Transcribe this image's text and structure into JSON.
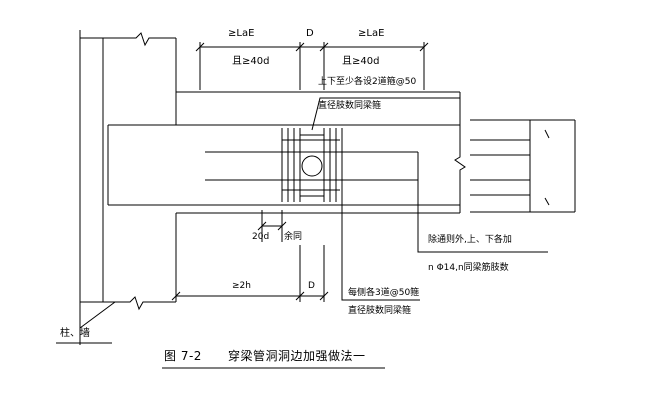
{
  "dims": {
    "lae_left": "≥LaE",
    "d_top": "D",
    "lae_right": "≥LaE",
    "min_left": "且≥40d",
    "min_right": "且≥40d",
    "twenty_d": "20d",
    "remainder": "余同",
    "two_h": "≥2h",
    "d_bottom": "D"
  },
  "notes": {
    "top_line1": "上下至少各设2道箍@50",
    "top_line2": "直径肢数同梁箍",
    "right_line1": "除通则外,上、下各加",
    "right_line2": "n Φ14,n同梁筋肢数",
    "bottom_line1": "每侧各3道@50箍",
    "bottom_line2": "直径肢数同梁箍"
  },
  "labels": {
    "column_wall": "柱、墙"
  },
  "caption": {
    "figure_no": "图  7-2",
    "title": "穿梁管洞洞边加强做法一"
  }
}
